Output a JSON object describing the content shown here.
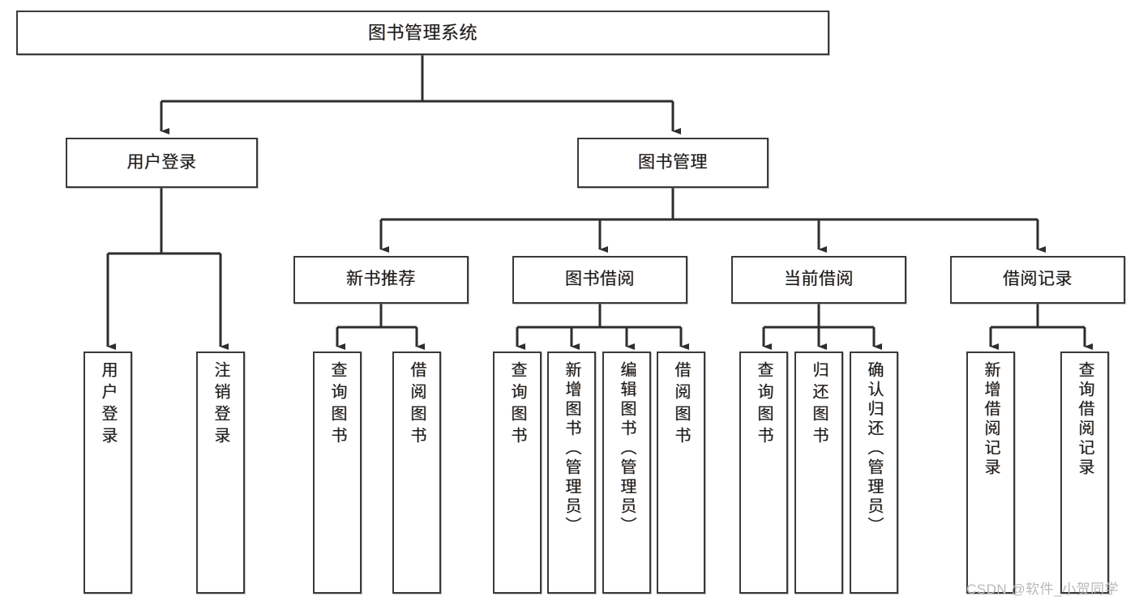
{
  "diagram": {
    "title": "图书管理系统",
    "type": "tree-hierarchy",
    "watermark": "CSDN @软件_小贺同学",
    "colors": {
      "box_border": "#3a3a3a",
      "box_fill": "#ffffff",
      "connector": "#3a3a3a",
      "text": "#1c1c1c",
      "watermark": "#b9b9b9"
    },
    "nodes": {
      "root": {
        "label": "图书管理系统"
      },
      "level2": [
        {
          "label": "用户登录"
        },
        {
          "label": "图书管理"
        }
      ],
      "level3": [
        {
          "label": "新书推荐"
        },
        {
          "label": "图书借阅"
        },
        {
          "label": "当前借阅"
        },
        {
          "label": "借阅记录"
        }
      ],
      "leaves": {
        "user_login": [
          {
            "label": "用户登录"
          },
          {
            "label": "注销登录"
          }
        ],
        "new_book_recommend": [
          {
            "label": "查询图书"
          },
          {
            "label": "借阅图书"
          }
        ],
        "book_borrow": [
          {
            "label": "查询图书"
          },
          {
            "label": "新增图书（管理员）"
          },
          {
            "label": "编辑图书（管理员）"
          },
          {
            "label": "借阅图书"
          }
        ],
        "current_borrow": [
          {
            "label": "查询图书"
          },
          {
            "label": "归还图书"
          },
          {
            "label": "确认归还（管理员）"
          }
        ],
        "borrow_record": [
          {
            "label": "新增借阅记录"
          },
          {
            "label": "查询借阅记录"
          }
        ]
      }
    }
  }
}
